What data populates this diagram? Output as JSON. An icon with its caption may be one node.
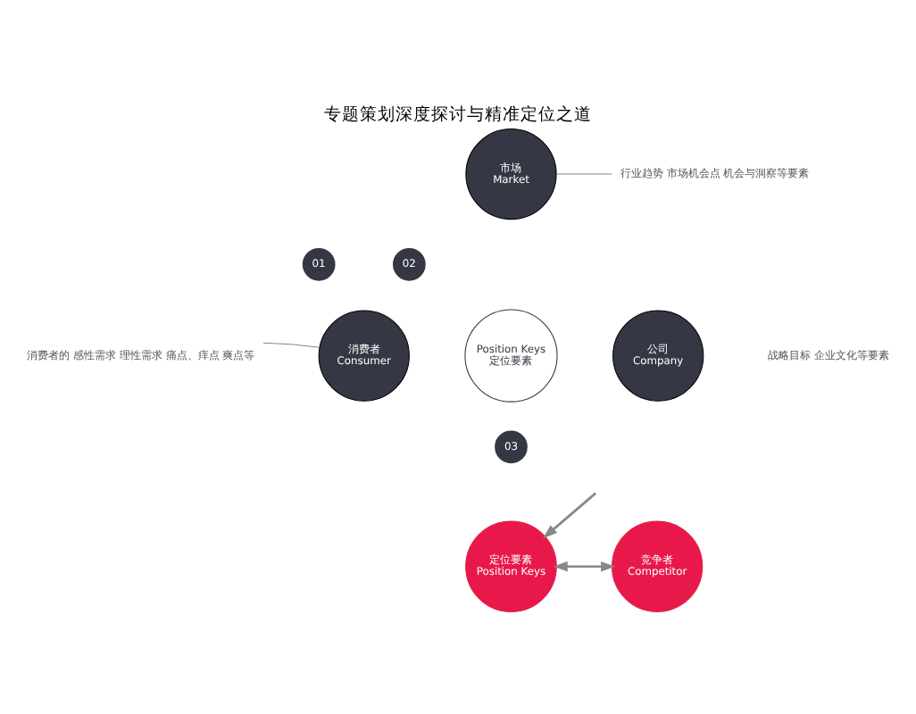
{
  "diagram": {
    "title": "专题策划深度探讨与精准定位之道",
    "nodes": [
      {
        "text": [
          "市场",
          "Market"
        ]
      },
      {
        "text": [
          "消费者",
          "Consumer"
        ]
      },
      {
        "text": [
          "公司",
          "Company"
        ]
      },
      {
        "text": [
          "01"
        ]
      },
      {
        "text": [
          "02"
        ]
      },
      {
        "text": [
          "03"
        ]
      },
      {
        "text": [
          "Position Keys",
          "定位要素"
        ]
      },
      {
        "text": [
          "行业趋势 市场机会点 机会与洞察等要素"
        ]
      },
      {
        "text": [
          "消费者的 感性需求 理性需求 痛点、痒点 爽点等"
        ]
      },
      {
        "text": [
          "战略目标 企业文化等要素"
        ]
      },
      {
        "text": [
          "定位要素",
          "Position Keys"
        ]
      },
      {
        "text": [
          "竞争者",
          "Competitor"
        ]
      }
    ],
    "edges": [
      {
        "from": 0,
        "to": 7,
        "arrow": "none"
      },
      {
        "from": 8,
        "to": 1,
        "arrow": "none"
      },
      {
        "from": null,
        "to": 10,
        "arrow": "to"
      },
      {
        "from": 10,
        "to": 11,
        "arrow": "both"
      }
    ]
  }
}
